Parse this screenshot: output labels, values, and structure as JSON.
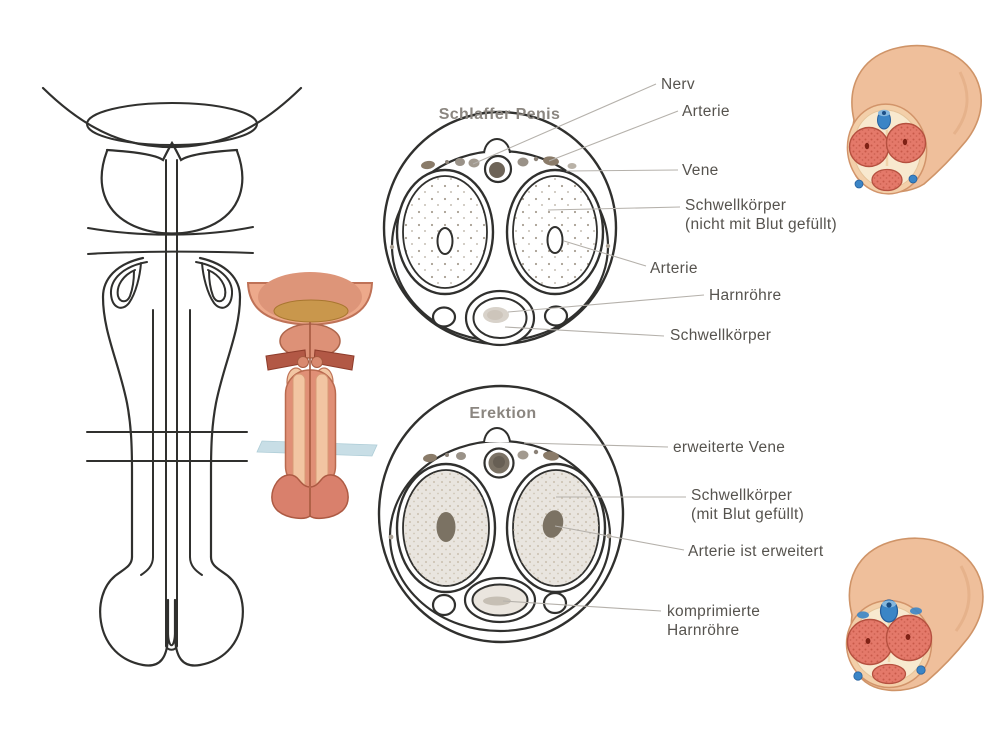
{
  "sections": {
    "flaccid": {
      "title": "Schlaffer Penis",
      "labels": [
        "Nerv",
        "Arterie",
        "Vene",
        "Schwellkörper\n(nicht mit Blut gefüllt)",
        "Arterie",
        "Harnröhre",
        "Schwellkörper"
      ]
    },
    "erect": {
      "title": "Erektion",
      "labels": [
        "erweiterte Vene",
        "Schwellkörper\n(mit Blut gefüllt)",
        "Arterie ist erweitert",
        "komprimierte\nHarnröhre"
      ]
    }
  },
  "figures": {
    "anatomy_outline": "male-urogenital-frontal-line-drawing",
    "sagittal_color": "penis-frontal-section-color-illustration",
    "cylinder_flaccid": "penis-3d-cross-section-flaccid",
    "cylinder_erect": "penis-3d-cross-section-erect"
  },
  "colors": {
    "label_text": "#56534e",
    "title_text": "#8b8680",
    "leader_line": "#b5b1ab",
    "outline": "#30302e",
    "skin": "#efbf9b",
    "corpus_red": "#e4796a",
    "vessel_blue": "#3b85c6",
    "background": "#ffffff"
  }
}
